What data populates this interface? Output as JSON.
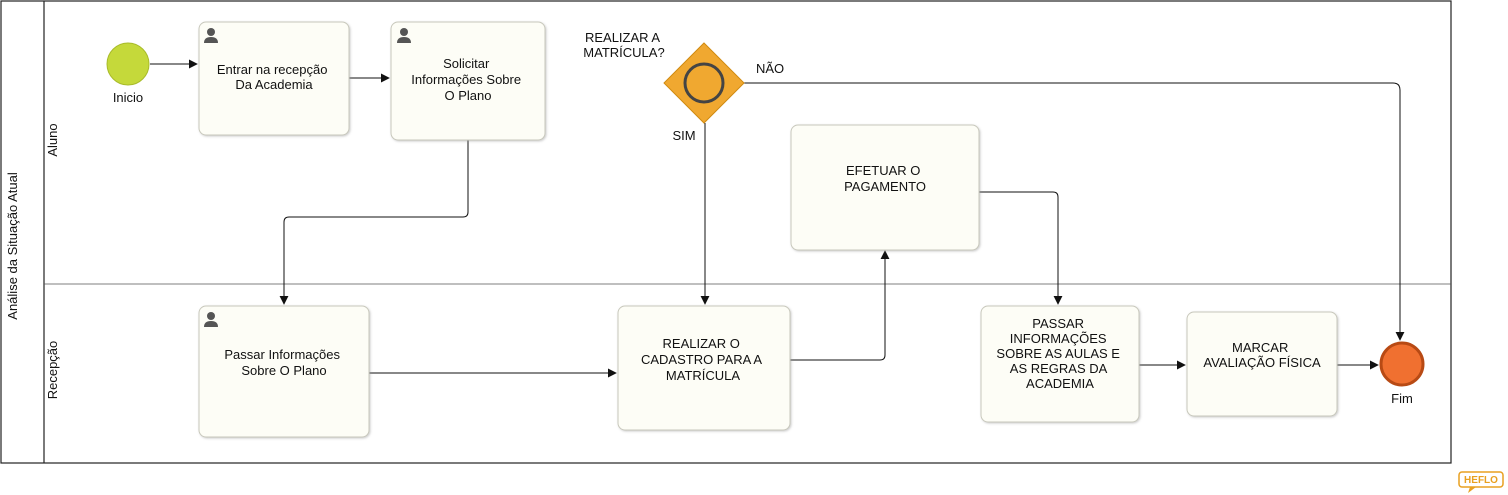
{
  "pool": {
    "title": "Análise da Situação Atual",
    "lanes": [
      {
        "id": "aluno",
        "label": "Aluno"
      },
      {
        "id": "recepcao",
        "label": "Recepção"
      }
    ]
  },
  "events": {
    "start": {
      "label": "Inicio"
    },
    "end": {
      "label": "Fim"
    }
  },
  "tasks": [
    {
      "id": "entrar",
      "lines": [
        "Entrar na recepção",
        "Da Academia"
      ]
    },
    {
      "id": "solicitar",
      "lines": [
        "Solicitar",
        "Informações Sobre",
        "O Plano"
      ]
    },
    {
      "id": "passar-info",
      "lines": [
        "Passar Informações",
        "Sobre O Plano"
      ]
    },
    {
      "id": "cadastro",
      "lines": [
        "REALIZAR O",
        "CADASTRO PARA A",
        "MATRÍCULA"
      ]
    },
    {
      "id": "pagamento",
      "lines": [
        "EFETUAR O",
        "PAGAMENTO"
      ]
    },
    {
      "id": "passar-regras",
      "lines": [
        "PASSAR",
        "INFORMAÇÕES",
        "SOBRE AS AULAS E",
        "AS REGRAS DA",
        "ACADEMIA"
      ]
    },
    {
      "id": "avaliacao",
      "lines": [
        "MARCAR",
        "AVALIAÇÃO FÍSICA"
      ]
    }
  ],
  "gateway": {
    "question_lines": [
      "REALIZAR A",
      "MATRÍCULA?"
    ],
    "yes_label": "SIM",
    "no_label": "NÃO"
  },
  "branding": {
    "logo_text": "HEFLO"
  },
  "colors": {
    "start_fill": "#c5d93a",
    "end_fill": "#f07030",
    "gateway_fill": "#f0a830",
    "task_fill": "#fdfdf6",
    "logo": "#e8a020"
  }
}
